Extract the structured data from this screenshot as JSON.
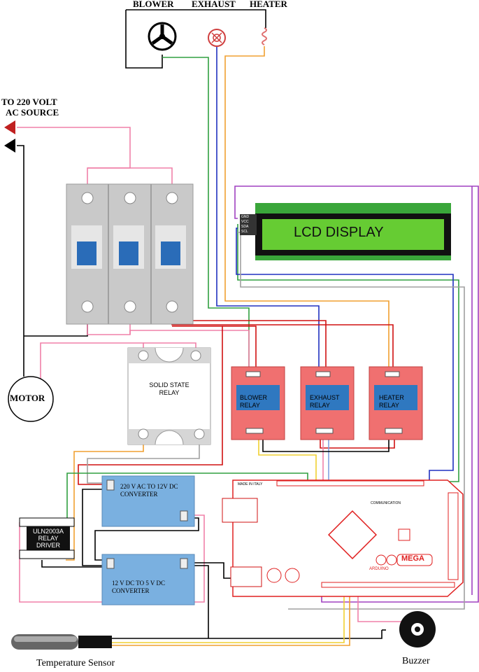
{
  "labels": {
    "blower": "BLOWER",
    "exhaust": "EXHAUST",
    "heater": "HEATER",
    "ac_source_line1": "TO 220 VOLT",
    "ac_source_line2": "AC SOURCE",
    "motor": "MOTOR",
    "lcd": "LCD DISPLAY",
    "ssr": "SOLID STATE RELAY",
    "blower_relay": "BLOWER RELAY",
    "exhaust_relay": "EXHAUST RELAY",
    "heater_relay": "HEATER RELAY",
    "conv_ac": "220 V AC TO 12V DC CONVERTER",
    "conv_dc": "12 V DC TO 5 V DC CONVERTER",
    "uln_line1": "ULN2003A",
    "uln_line2": "RELAY",
    "uln_line3": "DRIVER",
    "temp_sensor": "Temperature Sensor",
    "buzzer": "Buzzer",
    "arduino_made": "MADE IN ITALY",
    "arduino_mega": "MEGA",
    "arduino_brand": "ARDUINO",
    "arduino_comm": "COMMUNICATION",
    "lcd_pins": [
      "GND",
      "VCC",
      "SDA",
      "SCL"
    ]
  },
  "colors": {
    "relay_board": "#f07070",
    "relay_module": "#2f78c0",
    "lcd_bezel": "#111111",
    "lcd_screen": "#66cc33",
    "lcd_pcb": "#3aa63a",
    "converter": "#7ab0e0",
    "breaker": "#c9c9c9",
    "arduino_outline": "#e02020",
    "wire_pink": "#f080a8",
    "wire_red": "#d01010",
    "wire_green": "#30a040",
    "wire_blue": "#2030c0",
    "wire_orange": "#f0a030",
    "wire_purple": "#a040c0",
    "wire_yellow": "#f0d030",
    "wire_gray": "#a0a0a0"
  }
}
